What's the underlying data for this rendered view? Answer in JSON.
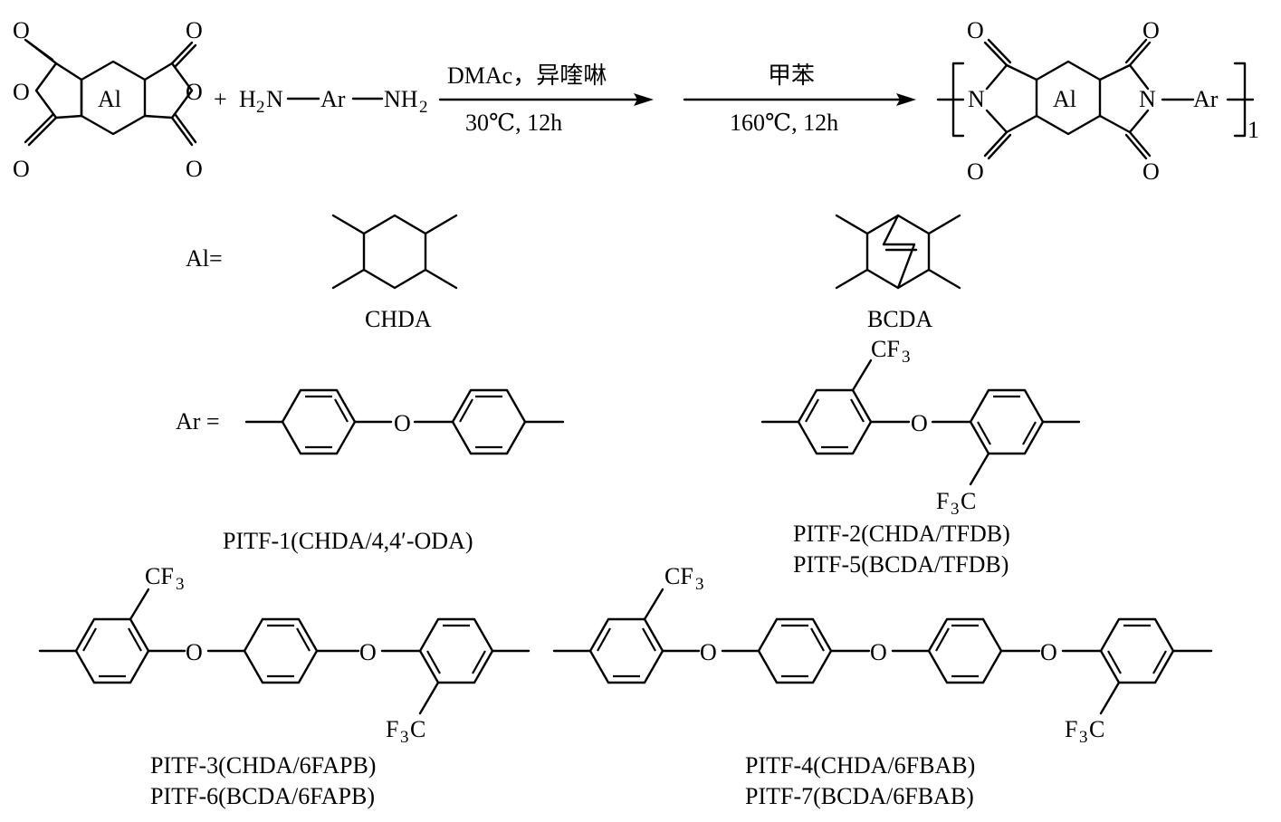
{
  "reaction": {
    "reagent_formula": {
      "h": "H",
      "two": "2",
      "n": "N",
      "dash1": "—",
      "ar": "Ar",
      "dash2": "—",
      "nh": "NH",
      "two2": "2"
    },
    "plus": "+",
    "anhydride_o_top_left": "O",
    "anhydride_o_top_right": "O",
    "anhydride_o_ring_left": "O",
    "anhydride_o_ring_right": "O",
    "anhydride_o_bot_left": "O",
    "anhydride_o_bot_right": "O",
    "core_label": "Al",
    "step1_top": "DMAc，异喹啉",
    "step1_bottom": "30℃, 12h",
    "step2_top": "甲苯",
    "step2_bottom": "160℃, 12h",
    "product_n_left": "N",
    "product_n_right": "N",
    "product_o_top_left": "O",
    "product_o_top_right": "O",
    "product_o_bot_left": "O",
    "product_o_bot_right": "O",
    "product_ar": "Ar",
    "product_subscript": "1"
  },
  "definitions": {
    "al_prefix": "Al=",
    "chda_name": "CHDA",
    "bcda_name": "BCDA",
    "ar_prefix": "Ar ="
  },
  "ether_o": "O",
  "substituents": {
    "cf": "CF",
    "three": "3",
    "f": "F",
    "c": "C"
  },
  "captions": {
    "pitf1": "PITF-1(CHDA/4,4′-ODA)",
    "pitf2": "PITF-2(CHDA/TFDB)",
    "pitf5": "PITF-5(BCDA/TFDB)",
    "pitf3": "PITF-3(CHDA/6FAPB)",
    "pitf6": "PITF-6(BCDA/6FAPB)",
    "pitf4": "PITF-4(CHDA/6FBAB)",
    "pitf7": "PITF-7(BCDA/6FBAB)"
  }
}
